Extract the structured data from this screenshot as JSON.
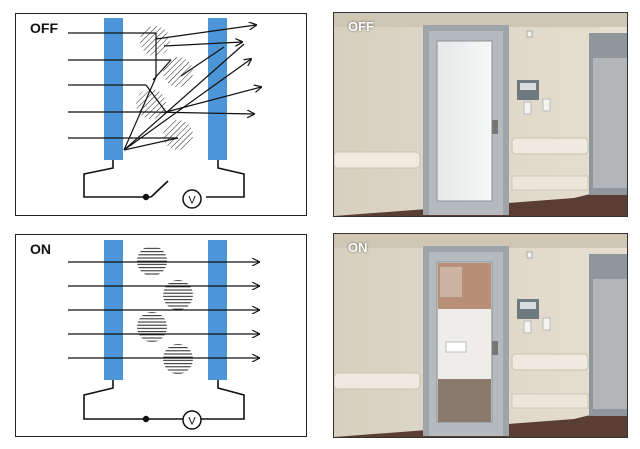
{
  "top": {
    "diagram_label": "OFF",
    "photo_label": "OFF",
    "meter_symbol": "V"
  },
  "bottom": {
    "diagram_label": "ON",
    "photo_label": "ON",
    "meter_symbol": "V"
  },
  "colors": {
    "electrode": "#4c96d7",
    "wall": "#ddd6c6",
    "door_frame": "#9ea4aa",
    "frosted_glass": "#eff1f2",
    "floor": "#5a3d33"
  }
}
